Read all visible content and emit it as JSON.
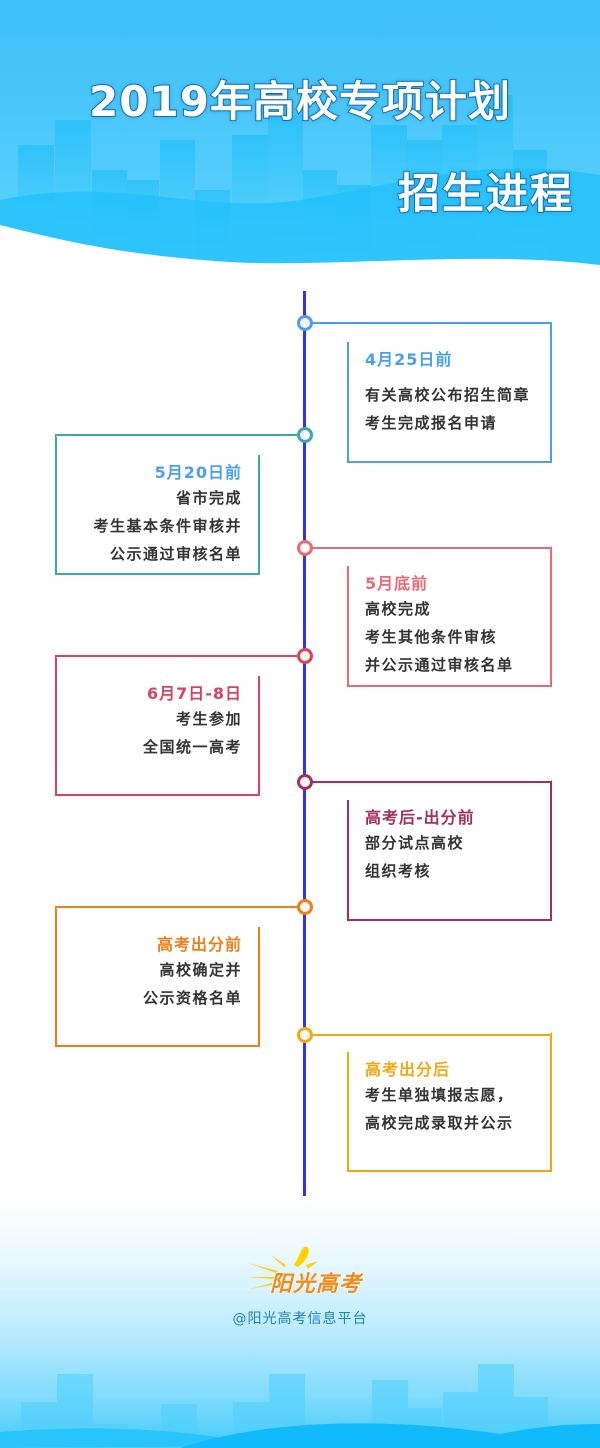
{
  "header": {
    "title_line1": "2019年高校专项计划",
    "title_line2": "招生进程"
  },
  "timeline": {
    "line_color": "#3333ee",
    "events": [
      {
        "date": "4月25日前",
        "lines": [
          "有关高校公布招生简章",
          "考生完成报名申请"
        ],
        "color": "#4a9ff0",
        "date_color": "#4a9ff0",
        "side": "right"
      },
      {
        "date": "5月20日前",
        "lines": [
          "省市完成",
          "考生基本条件审核并",
          "公示通过审核名单"
        ],
        "color": "#3da7b0",
        "date_color": "#4a9ff0",
        "side": "left"
      },
      {
        "date": "5月底前",
        "lines": [
          "高校完成",
          "考生其他条件审核",
          "并公示通过审核名单"
        ],
        "color": "#e96a74",
        "date_color": "#e96a74",
        "side": "right"
      },
      {
        "date": "6月7日-8日",
        "lines": [
          "考生参加",
          "全国统一高考"
        ],
        "color": "#d8445d",
        "date_color": "#d8445d",
        "side": "left"
      },
      {
        "date": "高考后-出分前",
        "lines": [
          "部分试点高校",
          "组织考核"
        ],
        "color": "#a52f5c",
        "date_color": "#a52f5c",
        "side": "right"
      },
      {
        "date": "高考出分前",
        "lines": [
          "高校确定并",
          "公示资格名单"
        ],
        "color": "#ef7f16",
        "date_color": "#ef7f16",
        "side": "left"
      },
      {
        "date": "高考出分后",
        "lines": [
          "考生单独填报志愿，",
          "高校完成录取并公示"
        ],
        "color": "#f2a911",
        "date_color": "#f2a911",
        "side": "right"
      }
    ]
  },
  "footer": {
    "logo_text": "阳光高考",
    "handle": "@阳光高考信息平台"
  }
}
